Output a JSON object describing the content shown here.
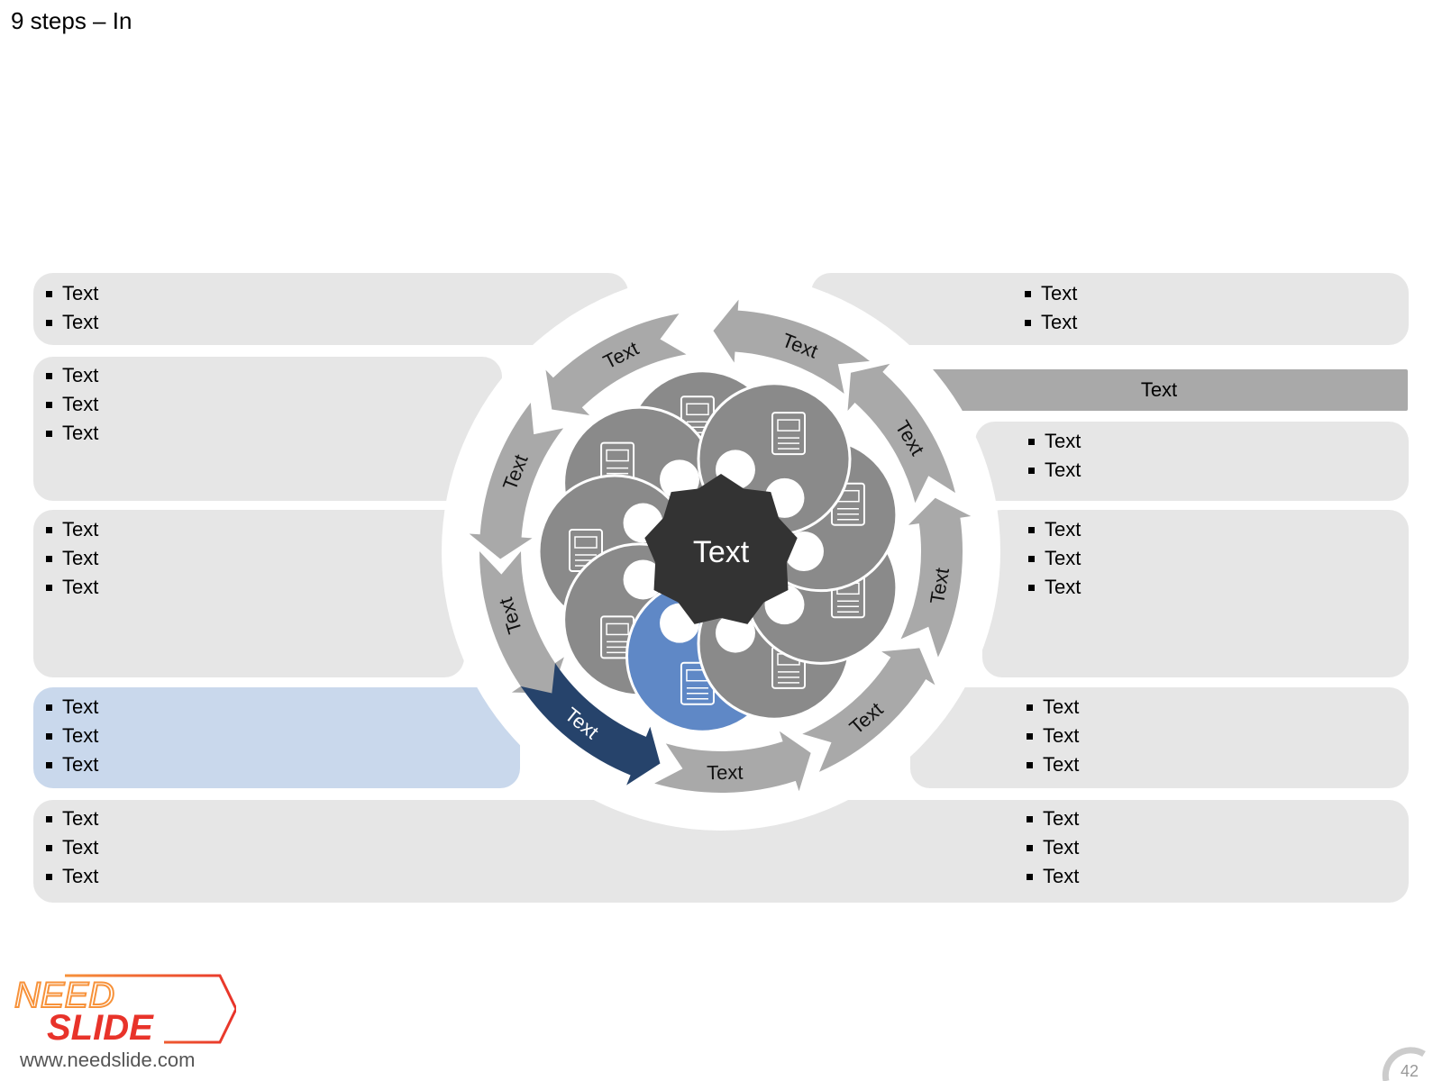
{
  "slide": {
    "title": "9 steps – In",
    "page_number": "42"
  },
  "brand": {
    "logo_line1": "NEED",
    "logo_line2": "SLIDE",
    "url": "www.needslide.com"
  },
  "center": {
    "label": "Text"
  },
  "right_bar": {
    "label": "Text"
  },
  "arrows": [
    "Text",
    "Text",
    "Text",
    "Text",
    "Text",
    "Text",
    "Text",
    "Text",
    "Text"
  ],
  "left_panels": [
    {
      "items": [
        "Text",
        "Text"
      ]
    },
    {
      "items": [
        "Text",
        "Text",
        "Text"
      ]
    },
    {
      "items": [
        "Text",
        "Text",
        "Text"
      ]
    },
    {
      "items": [
        "Text",
        "Text",
        "Text"
      ],
      "highlight": true
    },
    {
      "items": [
        "Text",
        "Text",
        "Text"
      ]
    }
  ],
  "right_panels": [
    {
      "items": [
        "Text",
        "Text"
      ]
    },
    {
      "items": [
        "Text",
        "Text"
      ]
    },
    {
      "items": [
        "Text",
        "Text",
        "Text"
      ]
    },
    {
      "items": [
        "Text",
        "Text",
        "Text"
      ]
    },
    {
      "items": [
        "Text",
        "Text",
        "Text"
      ]
    }
  ],
  "colors": {
    "panel": "#e6e6e6",
    "highlight_panel": "#c9d8ec",
    "arrow": "#a9a9a9",
    "active_arrow": "#26436b",
    "petal": "#8a8a8a",
    "active_petal": "#5f88c6",
    "center": "#333333"
  }
}
